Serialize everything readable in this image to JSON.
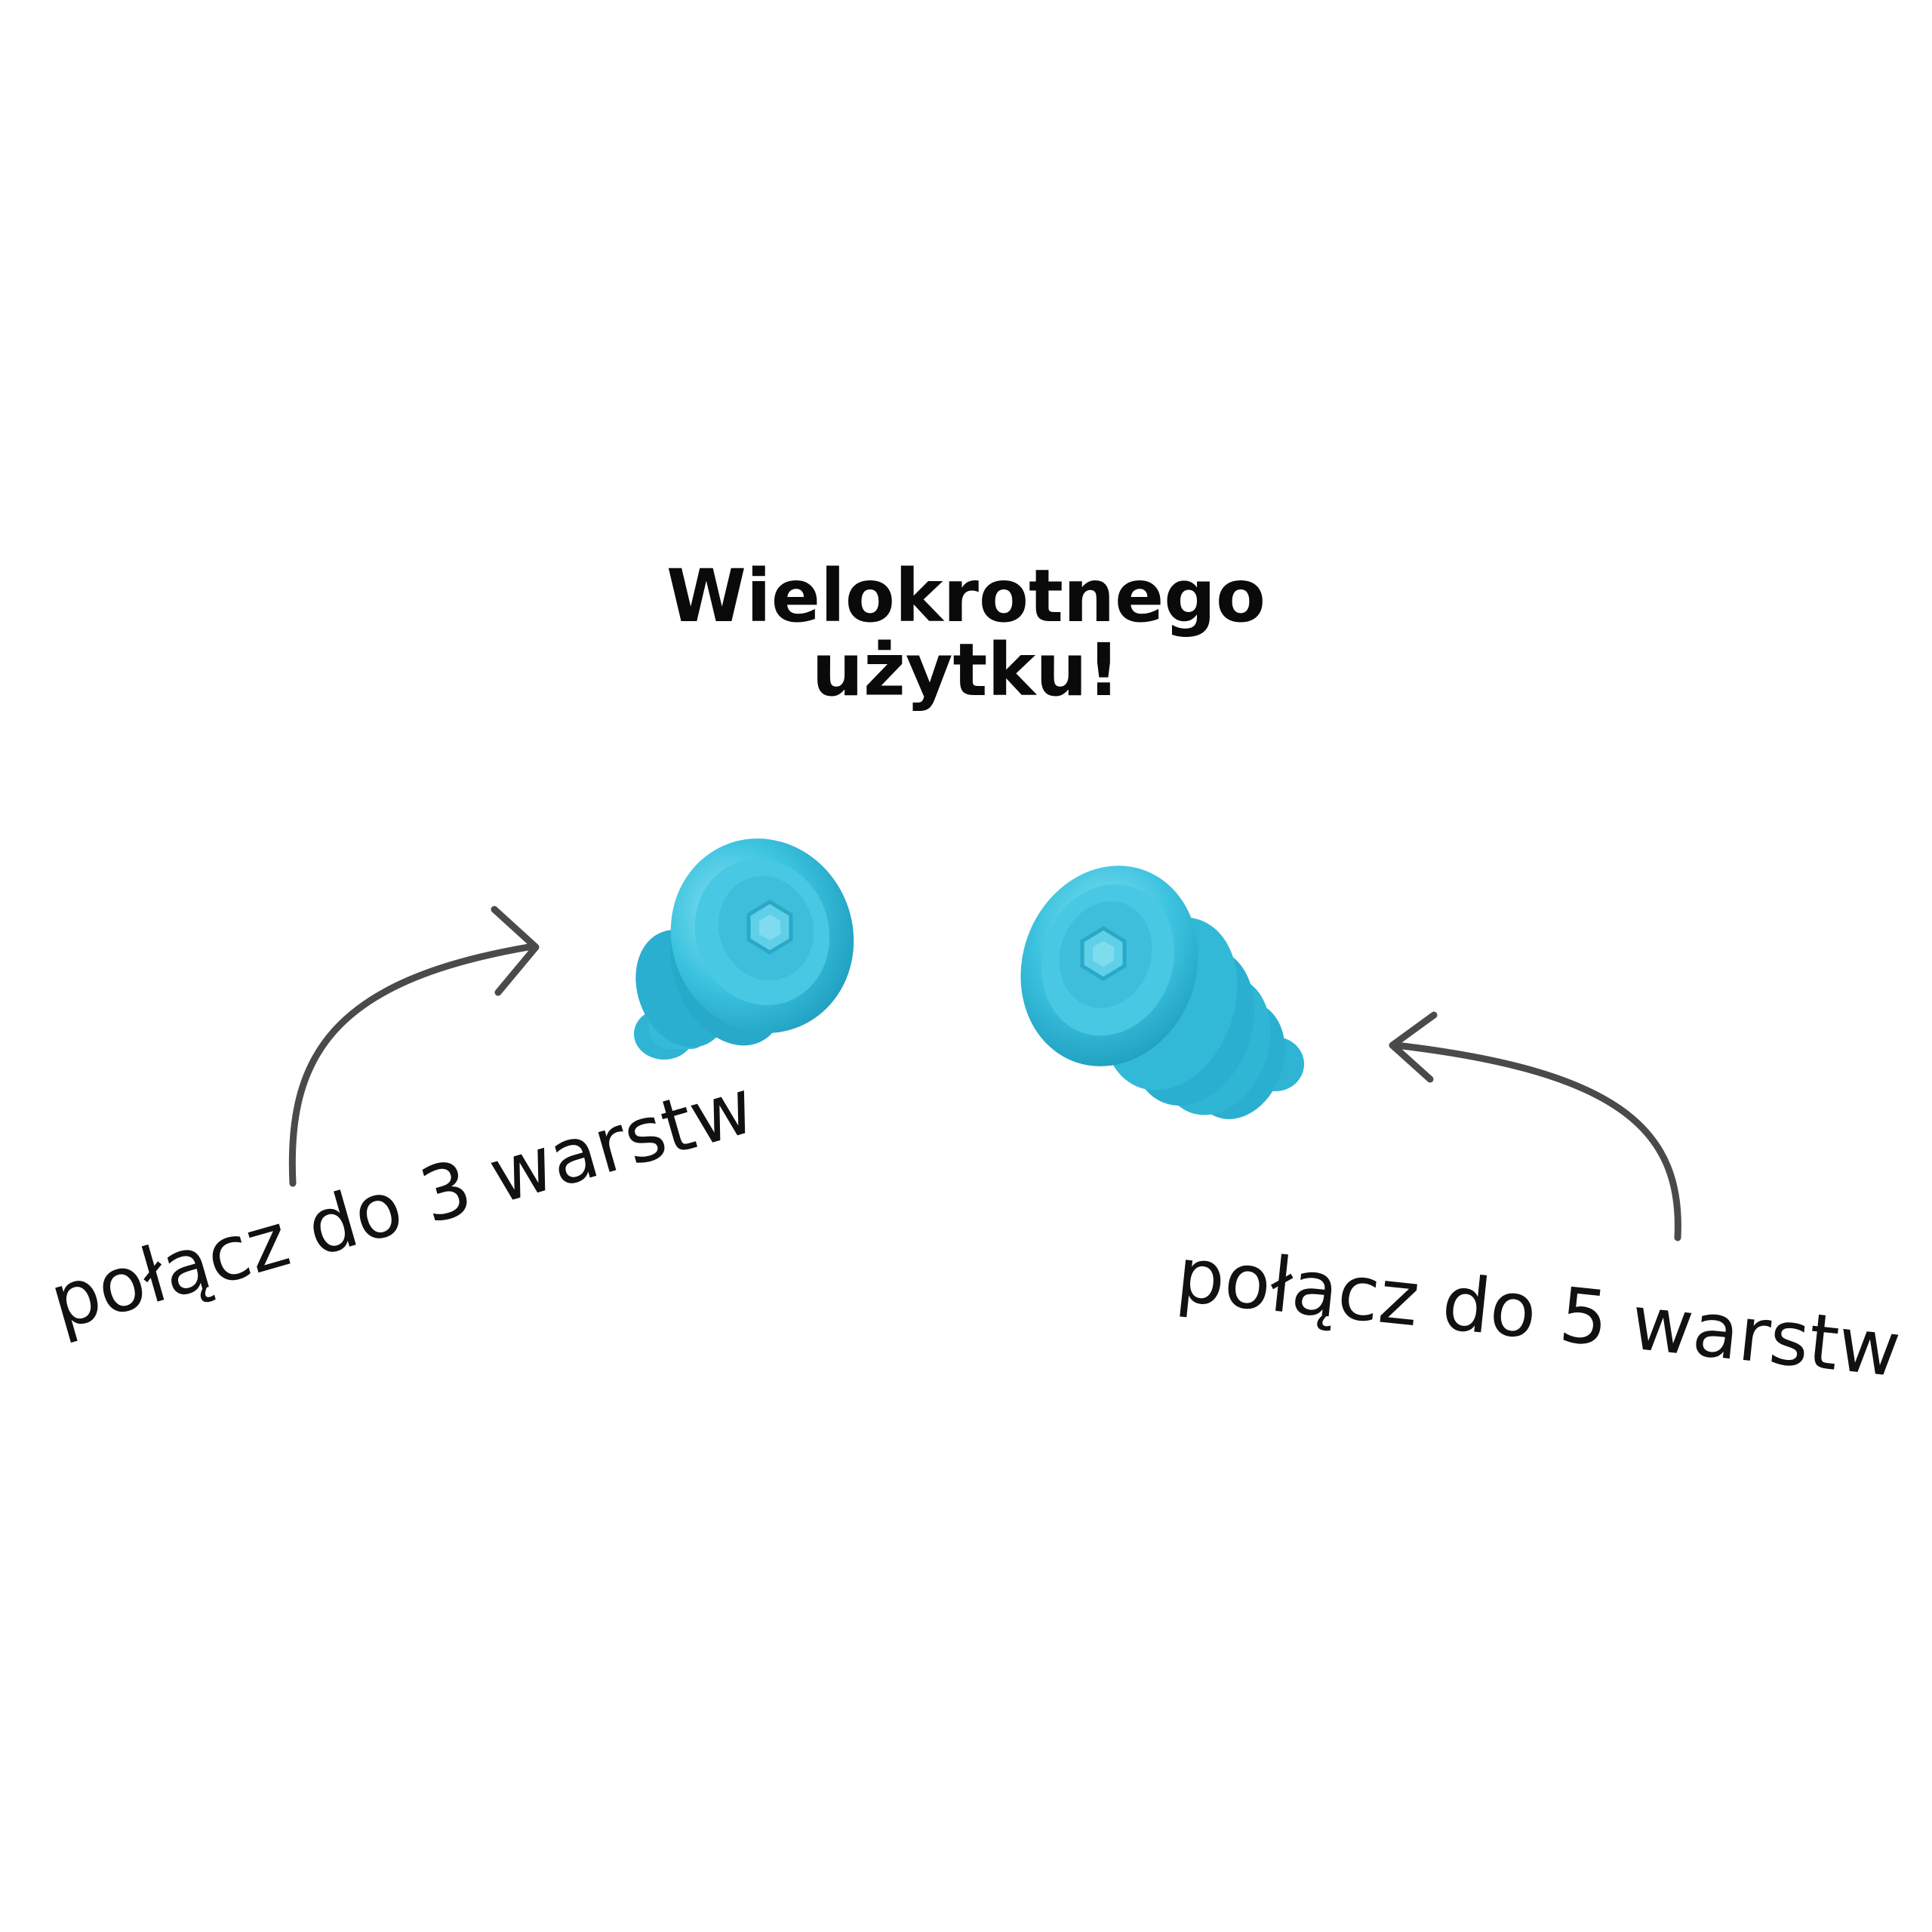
{
  "heading": {
    "line1": "Wielokrotnego",
    "line2": "użytku!"
  },
  "labels": {
    "left": "połącz do 3 warstw",
    "right": "połącz do 5 warstw"
  },
  "colors": {
    "product": "#3cc3df",
    "product_dark": "#22a6c6",
    "product_light": "#7fdcef",
    "arrow": "#4a4a4a",
    "text": "#111111"
  },
  "icons": {
    "left_product": "earplug-3-layer",
    "right_product": "earplug-5-layer",
    "left_arrow": "curved-arrow-right",
    "right_arrow": "curved-arrow-left"
  }
}
